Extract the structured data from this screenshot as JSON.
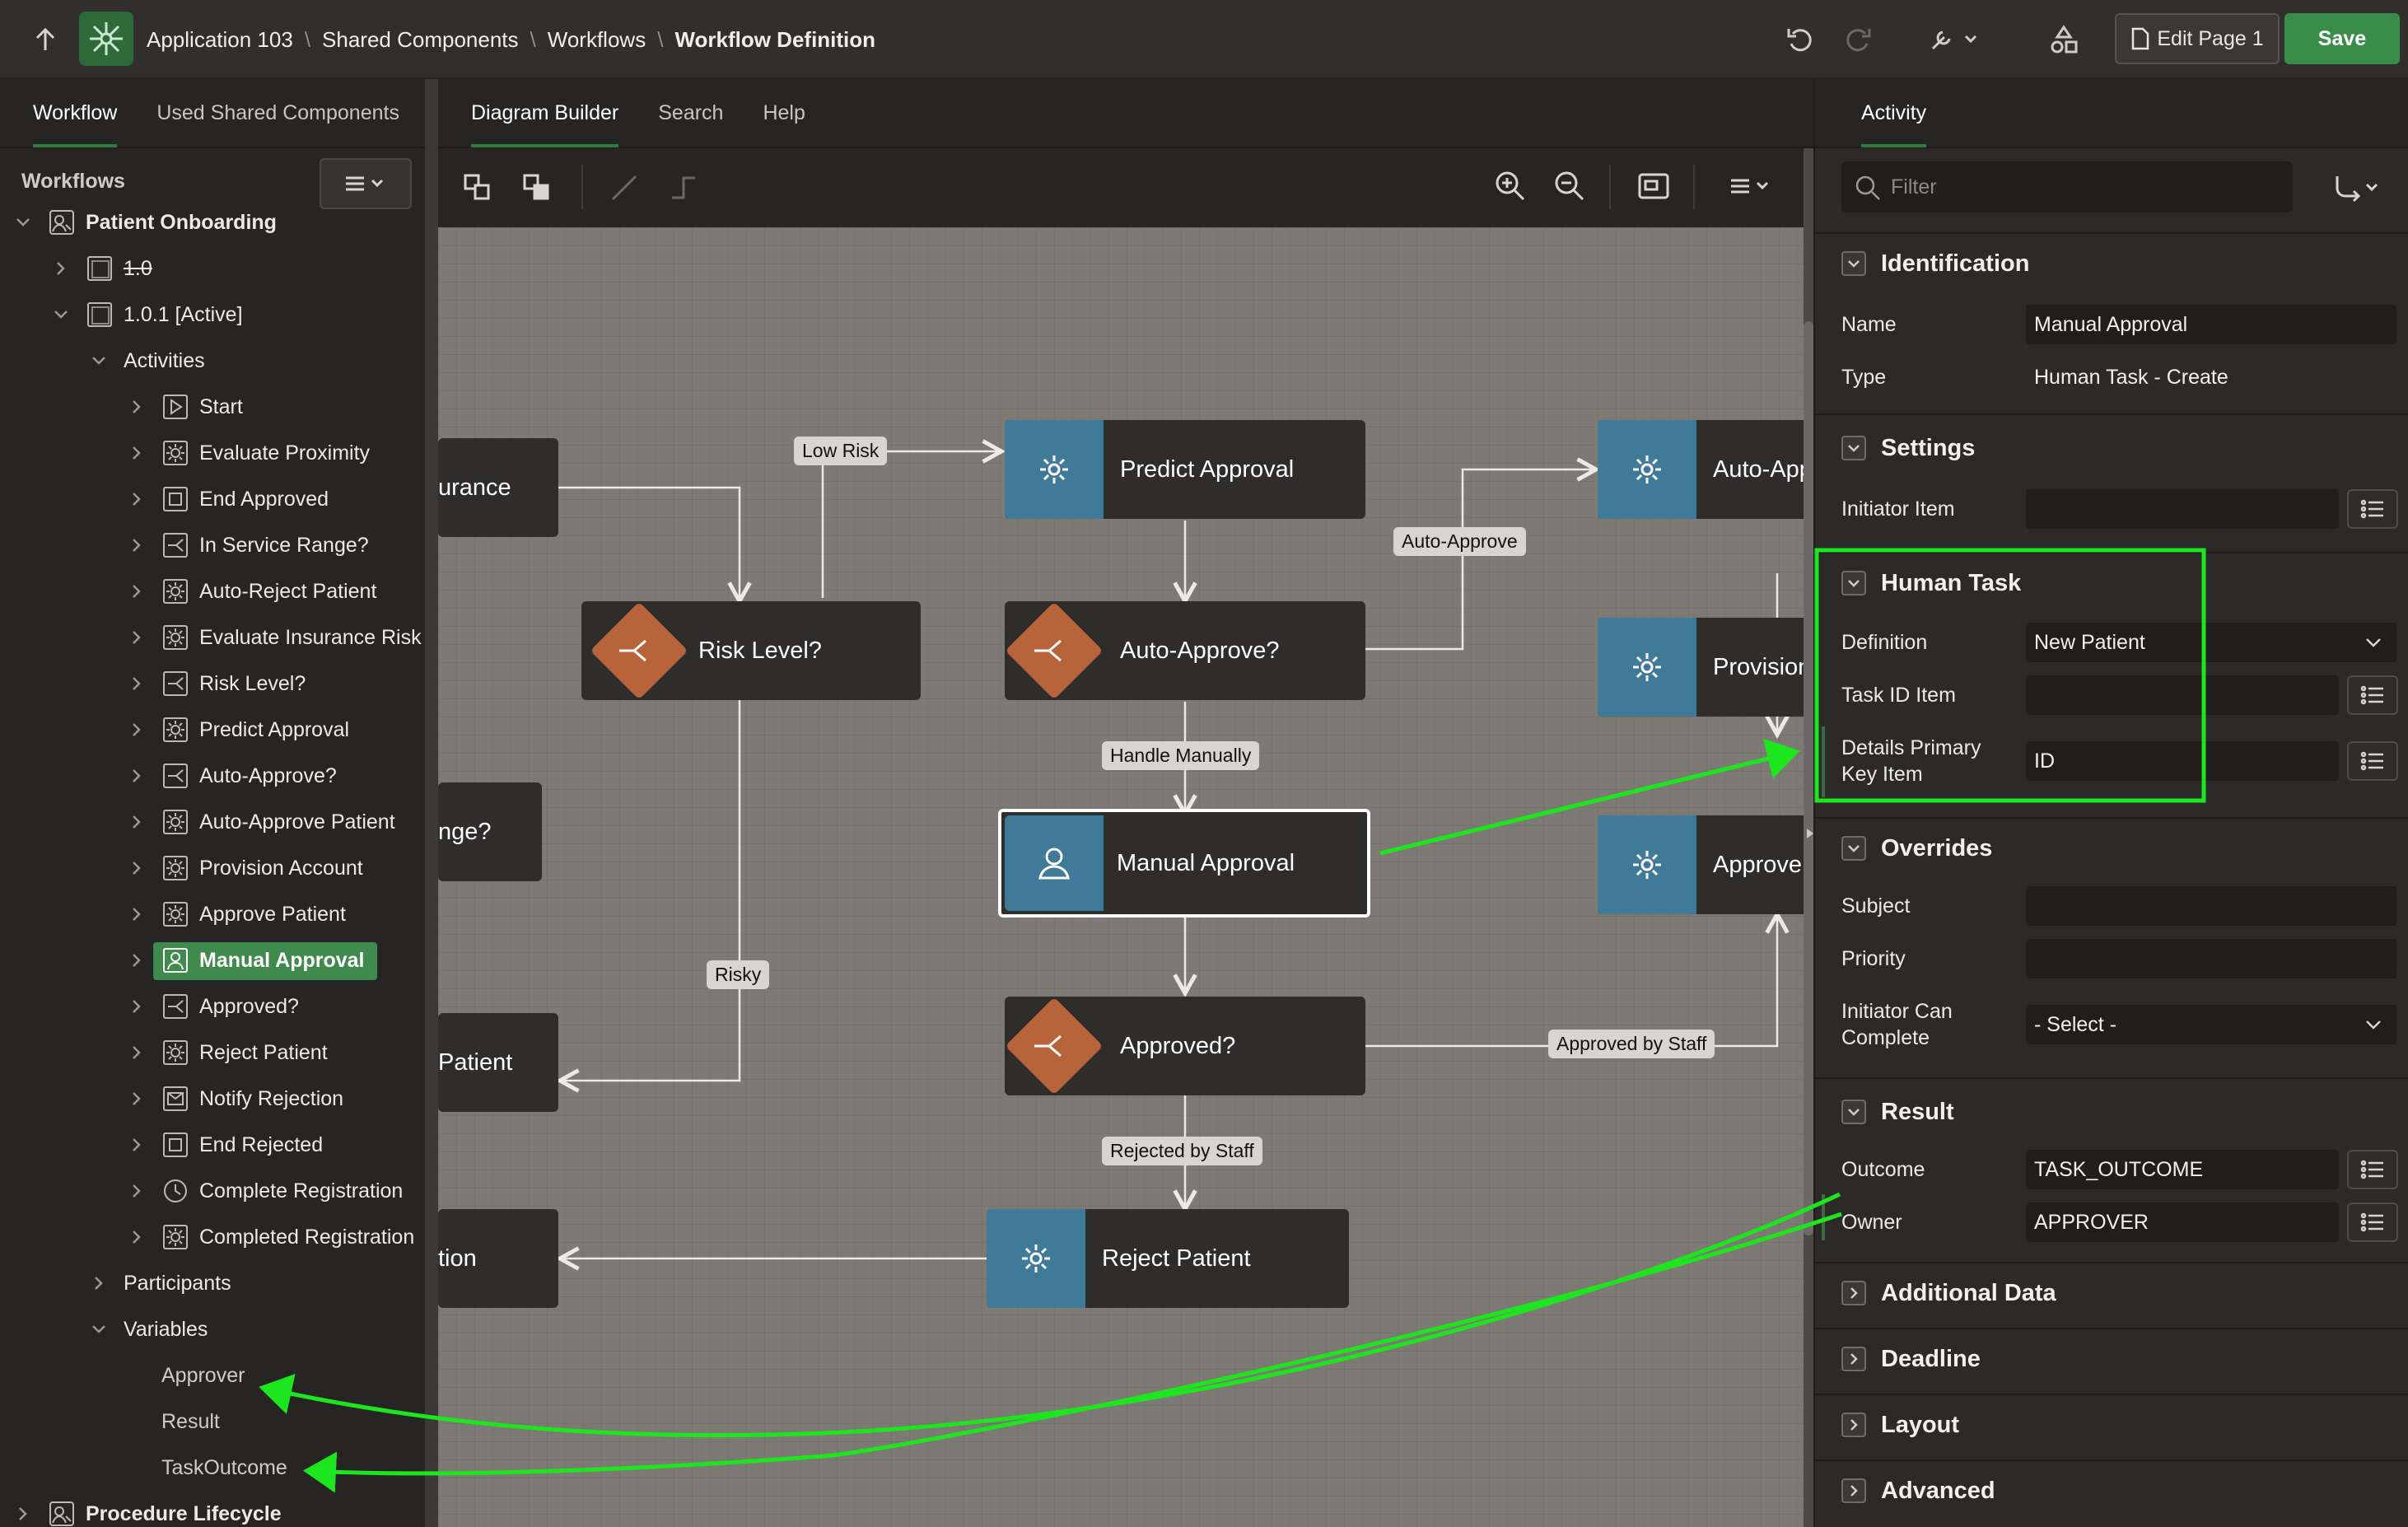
{
  "topbar": {
    "breadcrumbs": [
      "Application 103",
      "Shared Components",
      "Workflows",
      "Workflow Definition"
    ],
    "edit_page_label": "Edit Page 1",
    "save_label": "Save"
  },
  "left": {
    "tabs": [
      "Workflow",
      "Used Shared Components"
    ],
    "tree_title": "Workflows",
    "items": [
      {
        "label": "Patient Onboarding",
        "icon": "workflow-icon"
      },
      {
        "label": "1.0",
        "icon": "version-icon"
      },
      {
        "label": "1.0.1 [Active]",
        "icon": "version-icon"
      },
      {
        "label": "Activities"
      },
      {
        "label": "Start",
        "icon": "start-icon"
      },
      {
        "label": "Evaluate Proximity",
        "icon": "gear-icon"
      },
      {
        "label": "End Approved",
        "icon": "end-icon"
      },
      {
        "label": "In Service Range?",
        "icon": "switch-icon"
      },
      {
        "label": "Auto-Reject Patient",
        "icon": "gear-icon"
      },
      {
        "label": "Evaluate Insurance Risk",
        "icon": "gear-icon"
      },
      {
        "label": "Risk Level?",
        "icon": "switch-icon"
      },
      {
        "label": "Predict Approval",
        "icon": "gear-icon"
      },
      {
        "label": "Auto-Approve?",
        "icon": "switch-icon"
      },
      {
        "label": "Auto-Approve Patient",
        "icon": "gear-icon"
      },
      {
        "label": "Provision Account",
        "icon": "gear-icon"
      },
      {
        "label": "Approve Patient",
        "icon": "gear-icon"
      },
      {
        "label": "Manual Approval",
        "icon": "user-icon"
      },
      {
        "label": "Approved?",
        "icon": "switch-icon"
      },
      {
        "label": "Reject Patient",
        "icon": "gear-icon"
      },
      {
        "label": "Notify Rejection",
        "icon": "mail-icon"
      },
      {
        "label": "End Rejected",
        "icon": "end-icon"
      },
      {
        "label": "Complete Registration",
        "icon": "clock-icon"
      },
      {
        "label": "Completed Registration",
        "icon": "gear-icon"
      },
      {
        "label": "Participants"
      },
      {
        "label": "Variables"
      },
      {
        "label": "Approver"
      },
      {
        "label": "Result"
      },
      {
        "label": "TaskOutcome"
      },
      {
        "label": "Procedure Lifecycle",
        "icon": "workflow-icon"
      }
    ]
  },
  "center": {
    "tabs": [
      "Diagram Builder",
      "Search",
      "Help"
    ],
    "nodes": {
      "insurance": "urance",
      "range": "nge?",
      "patient": "Patient",
      "tion": "tion",
      "risk_level": "Risk Level?",
      "predict": "Predict Approval",
      "auto_approve_q": "Auto-Approve?",
      "manual": "Manual Approval",
      "approved_q": "Approved?",
      "reject": "Reject Patient",
      "auto_app": "Auto-App",
      "provision": "Provision",
      "approve": "Approve"
    },
    "edge_labels": {
      "low_risk": "Low Risk",
      "auto_approve": "Auto-Approve",
      "handle_manually": "Handle Manually",
      "risky": "Risky",
      "approved_by_staff": "Approved by Staff",
      "rejected_by_staff": "Rejected by Staff"
    }
  },
  "right": {
    "tab": "Activity",
    "filter_placeholder": "Filter",
    "sections": {
      "identification": "Identification",
      "settings": "Settings",
      "human_task": "Human Task",
      "overrides": "Overrides",
      "result": "Result",
      "additional_data": "Additional Data",
      "deadline": "Deadline",
      "layout": "Layout",
      "advanced": "Advanced"
    },
    "props": {
      "name_label": "Name",
      "name_value": "Manual Approval",
      "type_label": "Type",
      "type_value": "Human Task - Create",
      "initiator_item_label": "Initiator Item",
      "initiator_item_value": "",
      "definition_label": "Definition",
      "definition_value": "New Patient",
      "task_id_item_label": "Task ID Item",
      "task_id_item_value": "",
      "details_pk_label_1": "Details Primary",
      "details_pk_label_2": "Key Item",
      "details_pk_value": "ID",
      "subject_label": "Subject",
      "subject_value": "",
      "priority_label": "Priority",
      "priority_value": "",
      "initiator_can_complete_label_1": "Initiator Can",
      "initiator_can_complete_label_2": "Complete",
      "initiator_can_complete_value": "- Select -",
      "outcome_label": "Outcome",
      "outcome_value": "TASK_OUTCOME",
      "owner_label": "Owner",
      "owner_value": "APPROVER"
    }
  },
  "colors": {
    "accent_green": "#3a8d48",
    "task_blue": "#3f7a99",
    "switch_orange": "#b8643a",
    "annotation_green": "#1ee61e"
  }
}
